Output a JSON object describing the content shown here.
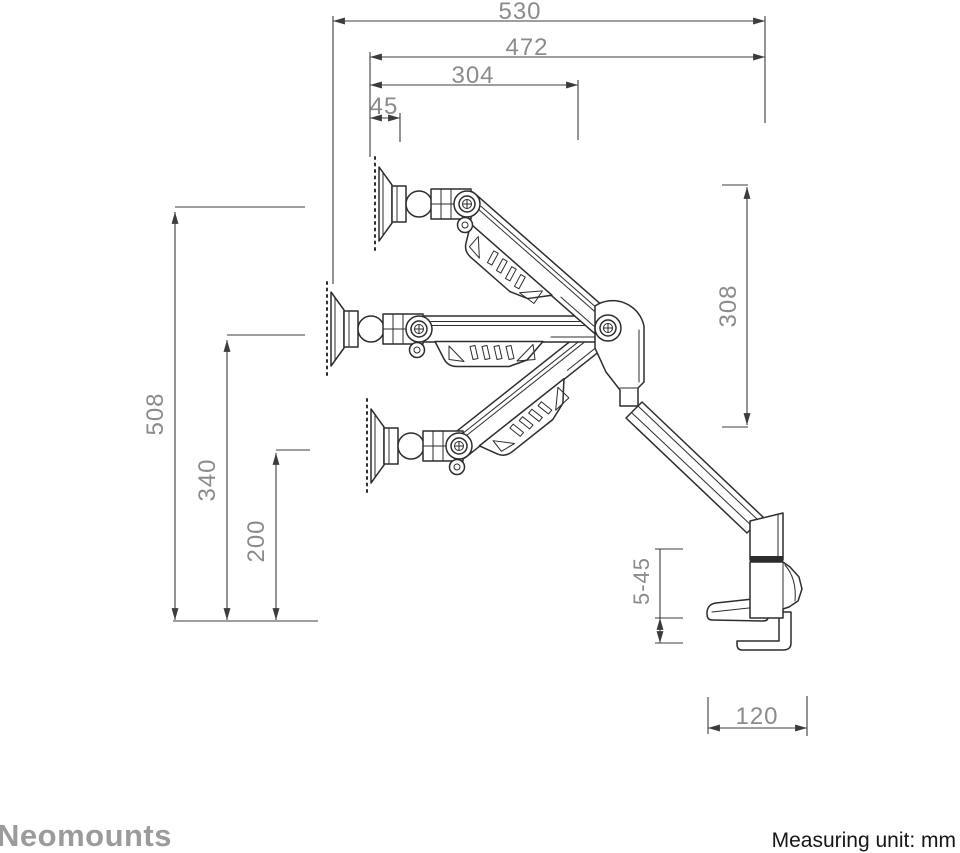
{
  "diagram": {
    "description": "Monitor desk mount arm shown in three height positions with desk clamp",
    "dimensions_mm": {
      "d530": "530",
      "d472": "472",
      "d304": "304",
      "d45": "45",
      "d508": "508",
      "d340": "340",
      "d200": "200",
      "d308": "308",
      "d5_45": "5-45",
      "d120": "120"
    }
  },
  "footer": {
    "brand": "Neomounts",
    "measuring_unit": "Measuring unit: mm"
  },
  "colors": {
    "background": "#ffffff",
    "drawing_line": "#2d2d2d",
    "dimension_line": "#3c3c3c",
    "dimension_text": "#8b8b8b",
    "brand_text": "#9b9b9b",
    "footer_text": "#161616"
  }
}
